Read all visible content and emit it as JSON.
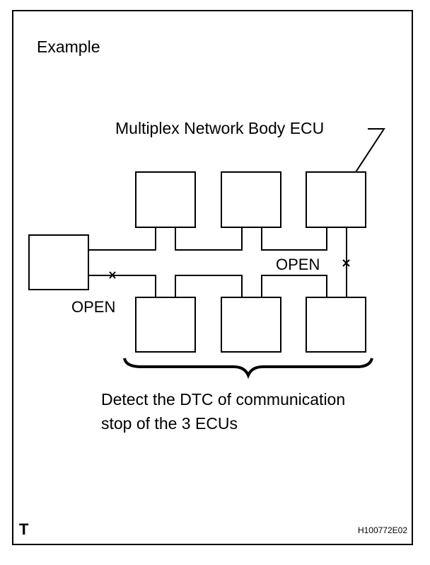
{
  "diagram": {
    "title": "Example",
    "ecu_label": "Multiplex Network Body ECU",
    "open_label_left": "OPEN",
    "open_label_right": "OPEN",
    "caption_line1": "Detect the DTC of communication",
    "caption_line2": "stop of the 3 ECUs",
    "corner_mark": "T",
    "figure_code": "H100772E02"
  },
  "colors": {
    "line": "#000000",
    "background": "#ffffff"
  }
}
